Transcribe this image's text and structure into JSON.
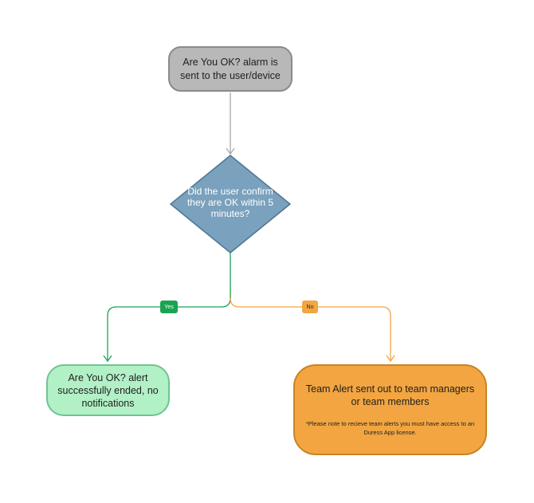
{
  "nodes": {
    "start": {
      "text": "Are You OK? alarm is sent to the user/device"
    },
    "decision": {
      "text": "Did the user confirm they are OK within 5 minutes?"
    },
    "yes_outcome": {
      "text": "Are You OK? alert successfully ended, no notifications"
    },
    "no_outcome": {
      "title": "Team Alert sent out to team managers or team members",
      "note": "*Please note to recieve team alerts you must have access to an Duress App license."
    }
  },
  "edges": {
    "yes_label": "Yes",
    "no_label": "No"
  },
  "colors": {
    "start_fill": "#b8b8b8",
    "decision_fill": "#7aa1bd",
    "yes_fill": "#b2f0c6",
    "yes_edge": "#1aa352",
    "no_fill": "#f2a541",
    "no_edge": "#f2a541"
  }
}
